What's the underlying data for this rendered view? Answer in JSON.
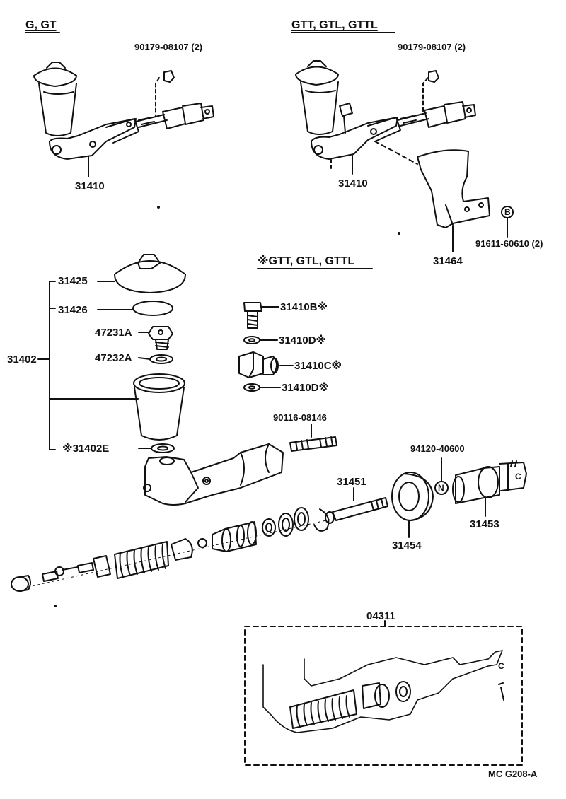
{
  "headers": {
    "left_variant": "G, GT",
    "right_variant": "GTT, GTL, GTTL",
    "asterisk_variant": "※GTT, GTL, GTTL"
  },
  "labels": {
    "bolt_left": "90179-08107 (2)",
    "bolt_right": "90179-08107 (2)",
    "cylinder_left": "31410",
    "cylinder_right": "31410",
    "bracket": "31464",
    "bracket_bolt": "91611-60610 (2)",
    "reservoir_cap": "31425",
    "diaphragm": "31426",
    "union": "47231A",
    "gasket": "47232A",
    "reservoir_kit": "31402",
    "grommet": "※31402E",
    "union_bolt": "31410B※",
    "washer_upper": "31410D※",
    "union_fitting": "31410C※",
    "washer_lower": "31410D※",
    "stud": "90116-08146",
    "nut": "94120-40600",
    "push_rod": "31451",
    "boot": "31454",
    "clevis": "31453",
    "kit": "04311",
    "diagram_code": "MC  G208-A"
  },
  "markers": {
    "bolt_b": "B",
    "nut_n": "N",
    "clevis_c": "C"
  }
}
